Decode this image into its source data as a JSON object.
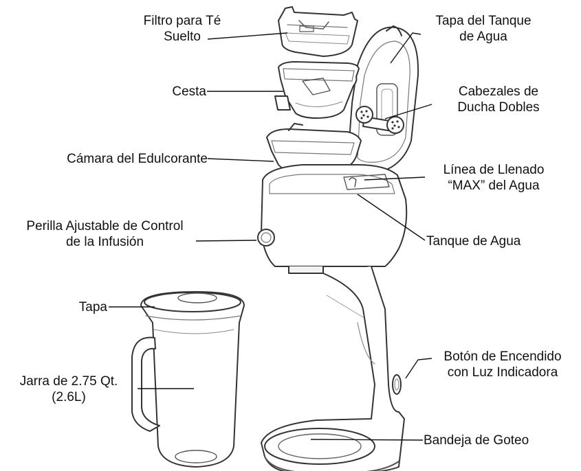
{
  "labels": {
    "loose_tea_filter": [
      "Filtro para Té",
      "Suelto"
    ],
    "basket": [
      "Cesta"
    ],
    "sweetener_chamber": [
      "Cámara del Edulcorante"
    ],
    "brew_control_knob": [
      "Perilla Ajustable de Control",
      "de la Infusión"
    ],
    "lid": [
      "Tapa"
    ],
    "pitcher": [
      "Jarra de 2.75 Qt.",
      "(2.6L)"
    ],
    "water_tank_lid": [
      "Tapa del Tanque",
      "de Agua"
    ],
    "dual_shower_heads": [
      "Cabezales de",
      "Ducha Dobles"
    ],
    "max_fill_line": [
      "Línea de Llenado",
      "“MAX” del Agua"
    ],
    "water_tank": [
      "Tanque de Agua"
    ],
    "power_button": [
      "Botón de Encendido",
      "con Luz Indicadora"
    ],
    "drip_tray": [
      "Bandeja de Goteo"
    ]
  }
}
